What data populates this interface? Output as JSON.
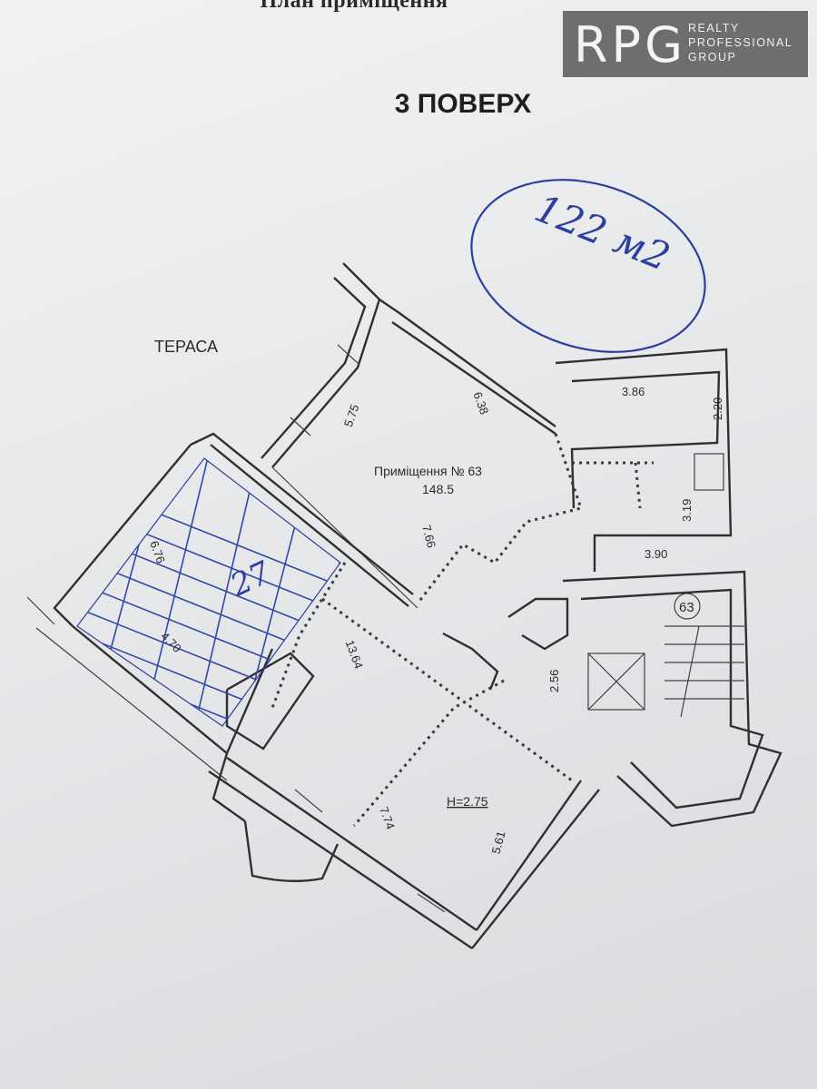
{
  "document": {
    "title": "План приміщення",
    "floor": "3 ПОВЕРХ",
    "terrace_label": "ТЕРАСА",
    "room_label": "Приміщення № 63",
    "room_area": "148.5",
    "ceiling_height": "H=2.75",
    "unit_marker": "63"
  },
  "logo": {
    "mark": "RPG",
    "line1": "REALTY",
    "line2": "PROFESSIONAL",
    "line3": "GROUP"
  },
  "handwriting": {
    "area_note": "122 м2",
    "hatched_note": "27"
  },
  "dimensions": {
    "d575": "5.75",
    "d638": "6.38",
    "d386": "3.86",
    "d220": "2.20",
    "d319": "3.19",
    "d390": "3.90",
    "d766": "7.66",
    "d676": "6.76",
    "d470": "4.70",
    "d1364": "13.64",
    "d256": "2.56",
    "d774": "7.74",
    "d561": "5.61"
  },
  "colors": {
    "pen_ink": "#2c3f9e",
    "logo_bg": "#6e6e6e"
  }
}
